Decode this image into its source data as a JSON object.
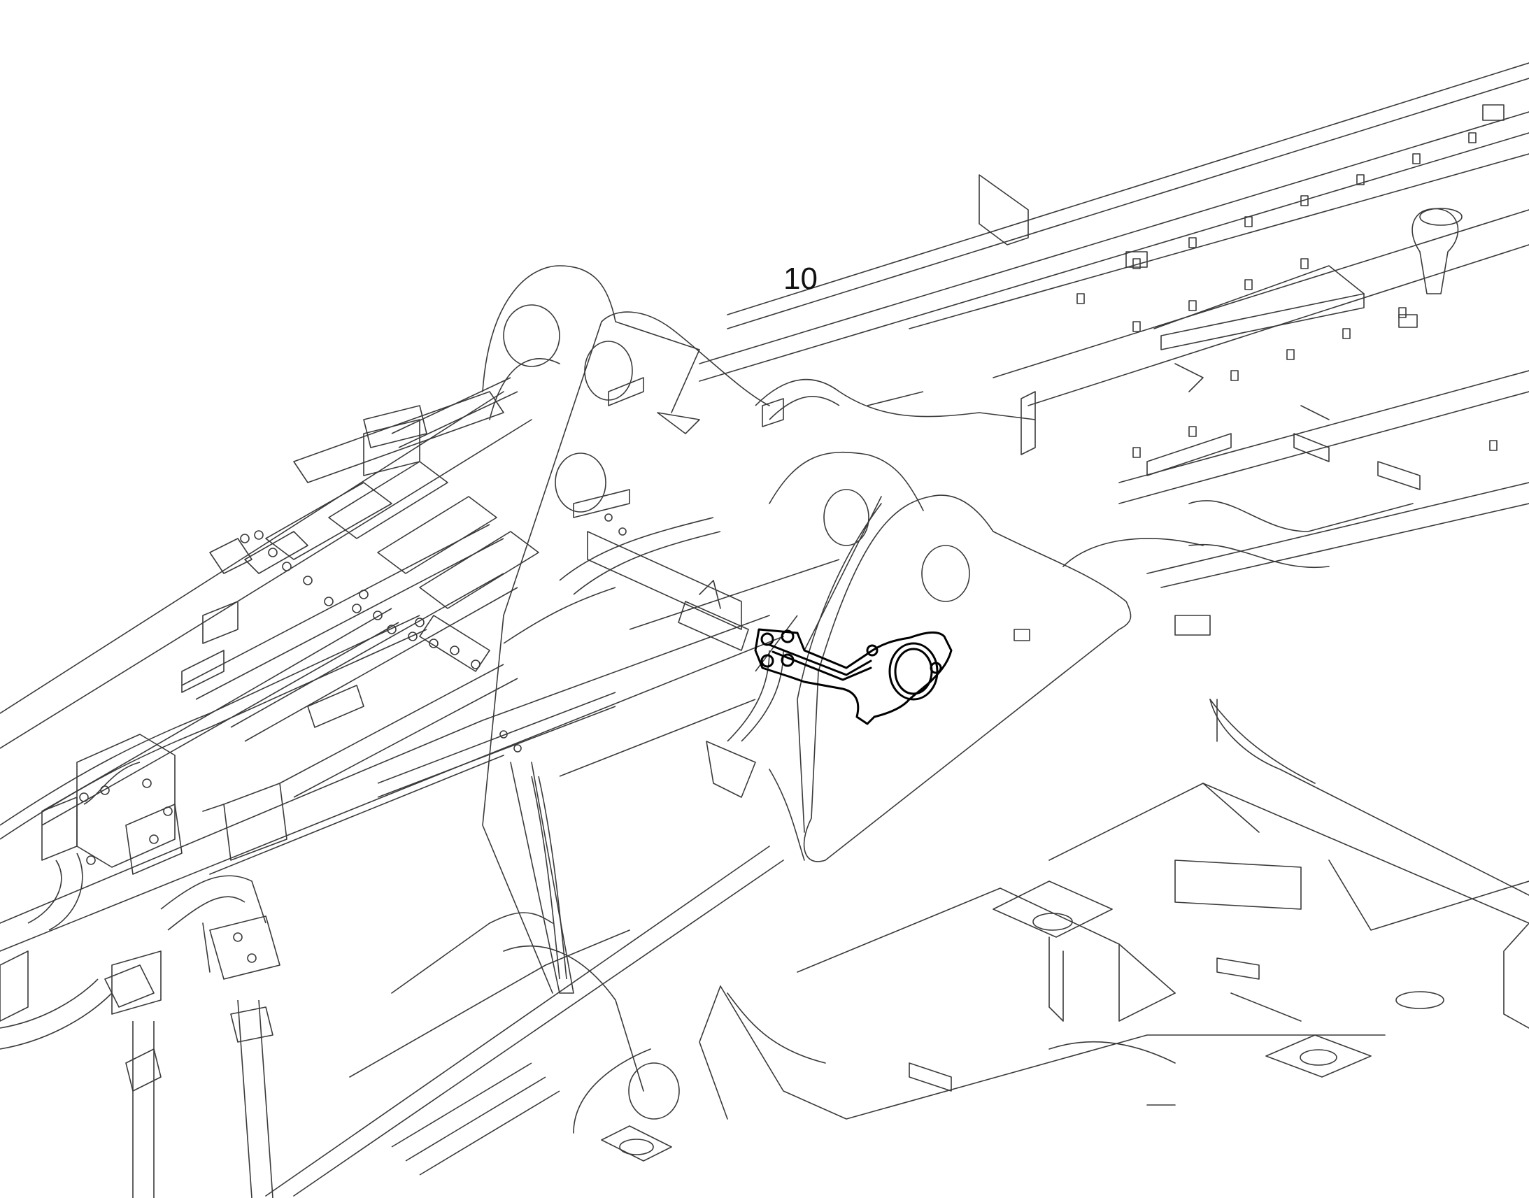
{
  "figure": {
    "kind": "exploded parts diagram (line art)",
    "callout_label": "10",
    "highlighted_part": "bracket"
  },
  "colors": {
    "background": "#ffffff",
    "line": "#3a3a3a",
    "highlight": "#000000"
  }
}
